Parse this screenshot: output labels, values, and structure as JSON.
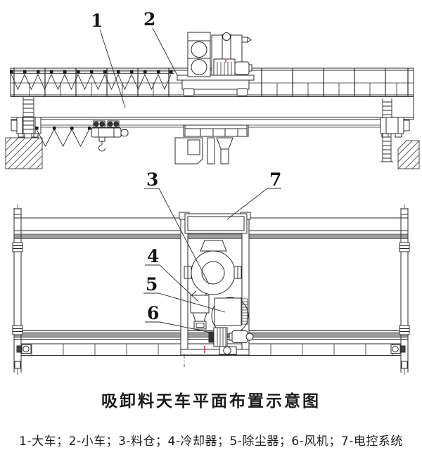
{
  "figure": {
    "caption": "吸卸料天车平面布置示意图",
    "legend": "1-大车；2-小车；3-料仓；4-冷却器；5-除尘器；6-风机；7-电控系统"
  },
  "parts": [
    {
      "num": "1",
      "name": "大车"
    },
    {
      "num": "2",
      "name": "小车"
    },
    {
      "num": "3",
      "name": "料仓"
    },
    {
      "num": "4",
      "name": "冷却器"
    },
    {
      "num": "5",
      "name": "除尘器"
    },
    {
      "num": "6",
      "name": "风机"
    },
    {
      "num": "7",
      "name": "电控系统"
    }
  ],
  "colors": {
    "line": "#2b2b2b",
    "rail_gray": "#9c9c9c",
    "accent_red": "#c23333",
    "background": "#ffffff"
  }
}
